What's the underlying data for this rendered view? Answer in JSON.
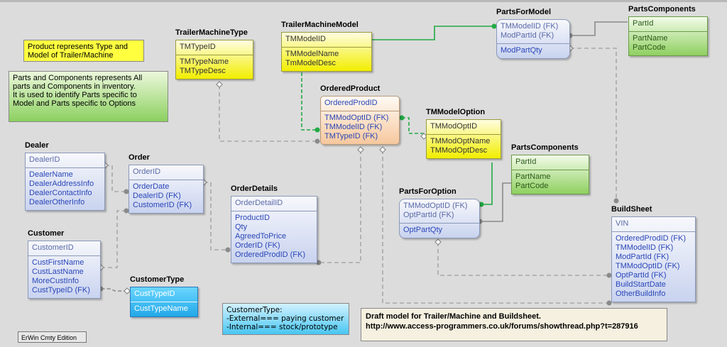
{
  "notes": {
    "product_note": "Product represents Type and Model of Trailer/Machine",
    "parts_note": [
      "Parts and Components represents All",
      "parts and Components in inventory.",
      "It is used to identify Parts specific to",
      "Model and Parts specific to Options"
    ],
    "customer_type_note": [
      "CustomerType:",
      "-External=== paying customer",
      "-Internal=== stock/prototype"
    ],
    "draft_note": [
      "Draft model for Trailer/Machine and Buildsheet.",
      "http://www.access-programmers.co.uk/forums/showthread.php?t=287916"
    ],
    "edition": "ErWin Cmty Edition"
  },
  "entities": {
    "trailer_machine_type": {
      "title": "TrailerMachineType",
      "pk": [
        "TMTypeID"
      ],
      "attrs": [
        "TMTypeName",
        "TMTypeDesc"
      ]
    },
    "trailer_machine_model": {
      "title": "TrailerMachineModel",
      "pk": [
        "TMModelID"
      ],
      "attrs": [
        "TMModelName",
        "TmModelDesc"
      ]
    },
    "parts_for_model": {
      "title": "PartsForModel",
      "pk": [
        "TMModelID (FK)",
        "ModPartId (FK)"
      ],
      "attrs": [
        "ModPartQty"
      ]
    },
    "parts_components_top": {
      "title": "PartsComponents",
      "pk": [
        "PartId"
      ],
      "attrs": [
        "PartName",
        "PartCode"
      ]
    },
    "ordered_product": {
      "title": "OrderedProduct",
      "pk": [
        "OrderedProdID"
      ],
      "attrs": [
        "TMModOptID (FK)",
        "TMModelID (FK)",
        "TMTypeID (FK)"
      ]
    },
    "tm_model_option": {
      "title": "TMModelOption",
      "pk": [
        "TMModOptID"
      ],
      "attrs": [
        "TMModOptName",
        "TMModOptDesc"
      ]
    },
    "parts_components_mid": {
      "title": "PartsComponents",
      "pk": [
        "PartId"
      ],
      "attrs": [
        "PartName",
        "PartCode"
      ]
    },
    "dealer": {
      "title": "Dealer",
      "pk": [
        "DealerID"
      ],
      "attrs": [
        "DealerName",
        "DealerAddressInfo",
        "DealerContactInfo",
        "DealerOtherInfo"
      ]
    },
    "order": {
      "title": "Order",
      "pk": [
        "OrderID"
      ],
      "attrs": [
        "OrderDate",
        "DealerID (FK)",
        "CustomerID (FK)"
      ]
    },
    "order_details": {
      "title": "OrderDetails",
      "pk": [
        "OrderDetailID"
      ],
      "attrs": [
        "ProductID",
        "Qty",
        "AgreedToPrice",
        "OrderID (FK)",
        "OrderedProdID (FK)"
      ]
    },
    "parts_for_option": {
      "title": "PartsForOption",
      "pk": [
        "TMModOptID (FK)",
        "OptPartId (FK)"
      ],
      "attrs": [
        "OptPartQty"
      ]
    },
    "build_sheet": {
      "title": "BuildSheet",
      "pk": [
        "VIN"
      ],
      "attrs": [
        "OrderedProdID (FK)",
        "TMModelID (FK)",
        "ModPartId (FK)",
        "TMModOptID (FK)",
        "OptPartId (FK)",
        "BuildStartDate",
        "OtherBuildInfo"
      ]
    },
    "customer": {
      "title": "Customer",
      "pk": [
        "CustomerID"
      ],
      "attrs": [
        "CustFirstName",
        "CustLastName",
        "MoreCustInfo",
        "CustTypeID (FK)"
      ]
    },
    "customer_type": {
      "title": "CustomerType",
      "pk": [
        "CustTypeID"
      ],
      "attrs": [
        "CustTypeName"
      ]
    }
  },
  "colors": {
    "identifying_line": "#22aa44",
    "nonidentifying_line": "#a8a8a8",
    "blue_text": "#2a46b8"
  }
}
